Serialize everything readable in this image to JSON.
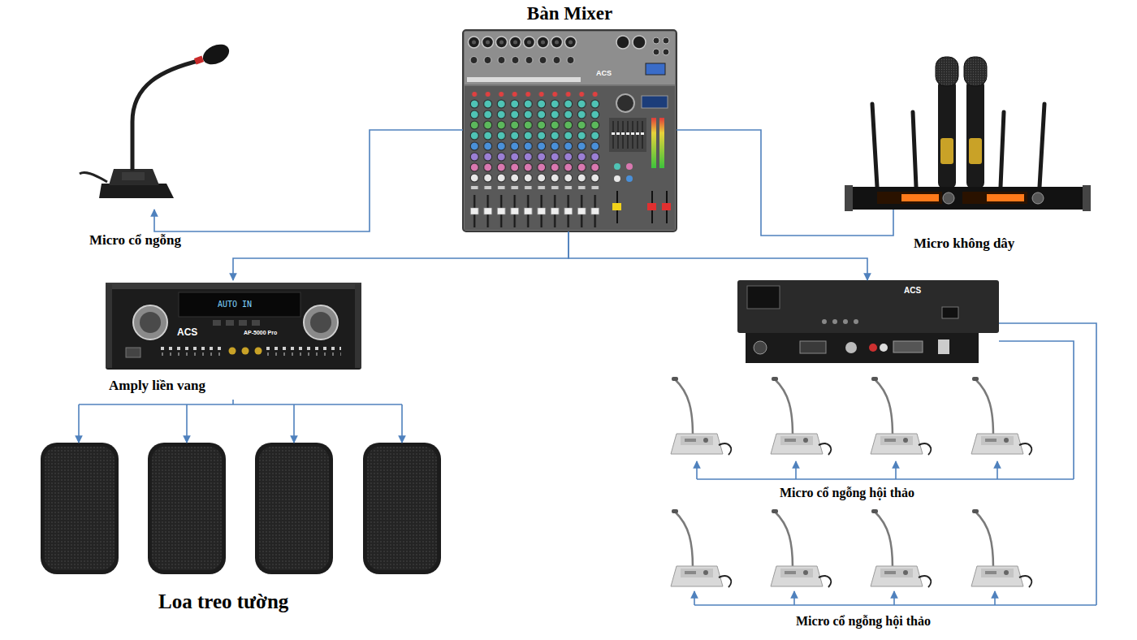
{
  "diagram": {
    "nodes": [
      {
        "text": [
          "Bàn Mixer"
        ]
      },
      {
        "text": [
          "Micro cổ ngỗng"
        ]
      },
      {
        "text": [
          "Micro không dây"
        ]
      },
      {
        "text": [
          "Amply liền vang"
        ]
      },
      {
        "text": [
          "ACS"
        ]
      },
      {
        "text": [
          "Loa treo tường"
        ]
      },
      {
        "text": [
          "Micro cổ ngỗng hội thảo"
        ]
      },
      {
        "text": [
          "Micro cổ ngỗng hội thảo"
        ]
      }
    ],
    "edges": [
      {
        "from": 0,
        "to": 1,
        "arrow": "to"
      },
      {
        "from": 0,
        "to": 2,
        "arrow": "none"
      },
      {
        "from": 0,
        "to": 3,
        "arrow": "to"
      },
      {
        "from": 0,
        "to": 4,
        "arrow": "to"
      },
      {
        "from": 3,
        "to": 5,
        "arrow": "to"
      },
      {
        "from": 4,
        "to": 6,
        "arrow": "to"
      },
      {
        "from": 4,
        "to": 7,
        "arrow": "to"
      }
    ],
    "labels": [
      "ACS",
      "AUTO IN",
      "ACS",
      "AP-5000 Pro"
    ]
  }
}
